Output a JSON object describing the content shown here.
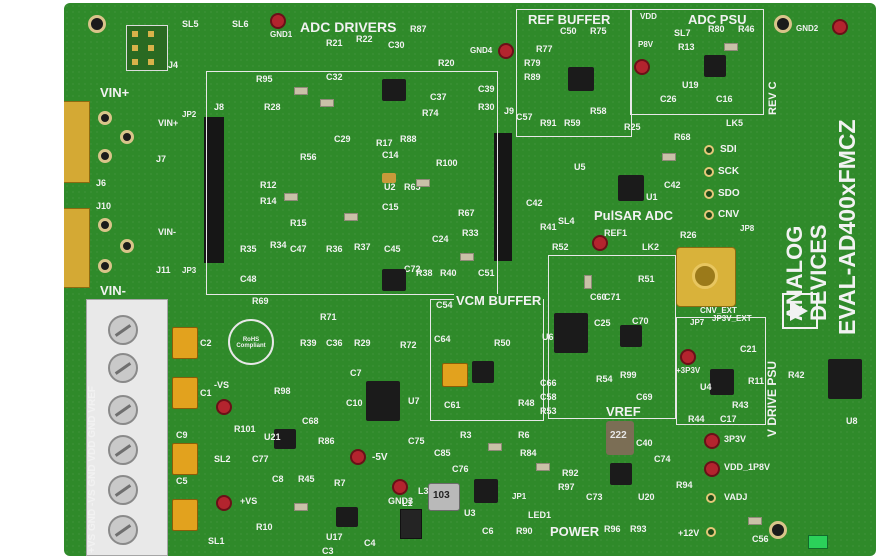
{
  "board": {
    "name": "EVAL-AD400xFMCZ",
    "revision": "REV C",
    "brand_line1": "ANALOG",
    "brand_line2": "DEVICES"
  },
  "sections": {
    "adc_drivers": "ADC DRIVERS",
    "ref_buffer": "REF BUFFER",
    "adc_psu": "ADC PSU",
    "pulsar_adc": "PulSAR ADC",
    "vcm_buffer": "VCM BUFFER",
    "vref": "VREF",
    "power": "POWER",
    "v_drive_psu": "V DRIVE PSU"
  },
  "inputs": {
    "vin_plus": "VIN+",
    "vin_minus": "VIN-",
    "vin_plus_small": "VIN+",
    "vin_minus_small": "VIN-"
  },
  "terminal_labels": {
    "rail": "+VS GND -VS GND VDD GND VREF"
  },
  "testpoints": {
    "gnd1": "GND1",
    "gnd2": "GND2",
    "gnd3": "GND3",
    "gnd4": "GND4",
    "plus_vs": "+VS",
    "minus_vs": "-VS",
    "minus_5v": "-5V",
    "plus3p3v": "+3P3V",
    "p3v3": "3P3V",
    "vdd_1p8v": "VDD_1P8V",
    "vadj": "VADJ",
    "plus12v": "+12V",
    "vdd": "VDD",
    "p8v": "P8V",
    "cnv_ext": "CNV_EXT",
    "jp3v_ext": "JP3V_EXT"
  },
  "spi_labels": [
    "SDI",
    "SCK",
    "SDO",
    "CNV"
  ],
  "designators": {
    "j4": "J4",
    "j6": "J6",
    "j7": "J7",
    "j10": "J10",
    "j11": "J11",
    "j8": "J8",
    "j9": "J9",
    "sl5": "SL5",
    "sl6": "SL6",
    "sl7": "SL7",
    "sl4": "SL4",
    "sl1": "SL1",
    "sl2": "SL2",
    "jp1": "JP1",
    "jp2": "JP2",
    "jp3": "JP3",
    "jp7": "JP7",
    "jp8": "JP8",
    "u1": "U1",
    "u2": "U2",
    "u3": "U3",
    "u4": "U4",
    "u5": "U5",
    "u6": "U6",
    "u7": "U7",
    "u8": "U8",
    "u17": "U17",
    "u19": "U19",
    "u20": "U20",
    "u21": "U21",
    "lk2": "LK2",
    "lk5": "LK5",
    "ref1": "REF1",
    "led1": "LED1",
    "l1": "L1",
    "l3": "L3",
    "r87": "R87",
    "r95": "R95",
    "r21": "R21",
    "r22": "R22",
    "r30": "R30",
    "r28": "R28",
    "r56": "R56",
    "r12": "R12",
    "r14": "R14",
    "r15": "R15",
    "r35": "R35",
    "r34": "R34",
    "r36": "R36",
    "r37": "R37",
    "r38": "R38",
    "r40": "R40",
    "r69": "R69",
    "r71": "R71",
    "r72": "R72",
    "r29": "R29",
    "r39": "R39",
    "r65": "R65",
    "r100": "R100",
    "r67": "R67",
    "r33": "R33",
    "r20": "R20",
    "r17": "R17",
    "r88": "R88",
    "r74": "R74",
    "r86": "R86",
    "r50": "R50",
    "r48": "R48",
    "r98": "R98",
    "r101": "R101",
    "r3": "R3",
    "r6": "R6",
    "r84": "R84",
    "r92": "R92",
    "r97": "R97",
    "r90": "R90",
    "r96": "R96",
    "r93": "R93",
    "r94": "R94",
    "r7": "R7",
    "r45": "R45",
    "r10": "R10",
    "r54": "R54",
    "r99": "R99",
    "r53": "R53",
    "r51": "R51",
    "r80": "R80",
    "r46": "R46",
    "r13": "R13",
    "r75": "R75",
    "r77": "R77",
    "r79": "R79",
    "r89": "R89",
    "r91": "R91",
    "r59": "R59",
    "r58": "R58",
    "r25": "R25",
    "r26": "R26",
    "r68": "R68",
    "r11": "R11",
    "r43": "R43",
    "r42": "R42",
    "r44": "R44",
    "r41": "R41",
    "r52": "R52",
    "c1": "C1",
    "c2": "C2",
    "c3": "C3",
    "c4": "C4",
    "c5": "C5",
    "c6": "C6",
    "c7": "C7",
    "c8": "C8",
    "c9": "C9",
    "c10": "C10",
    "c14": "C14",
    "c15": "C15",
    "c16": "C16",
    "c17": "C17",
    "c21": "C21",
    "c24": "C24",
    "c25": "C25",
    "c26": "C26",
    "c29": "C29",
    "c30": "C30",
    "c32": "C32",
    "c36": "C36",
    "c37": "C37",
    "c39": "C39",
    "c40": "C40",
    "c42": "C42",
    "c45": "C45",
    "c47": "C47",
    "c48": "C48",
    "c50": "C50",
    "c51": "C51",
    "c54": "C54",
    "c56": "C56",
    "c57": "C57",
    "c58": "C58",
    "c60": "C60",
    "c61": "C61",
    "c64": "C64",
    "c66": "C66",
    "c68": "C68",
    "c69": "C69",
    "c70": "C70",
    "c71": "C71",
    "c72": "C72",
    "c73": "C73",
    "c74": "C74",
    "c75": "C75",
    "c76": "C76",
    "c77": "C77",
    "c85": "C85"
  },
  "part_markings": {
    "inductor_top": "222",
    "inductor_bottom": "103"
  },
  "rohs": "RoHS Compliant"
}
